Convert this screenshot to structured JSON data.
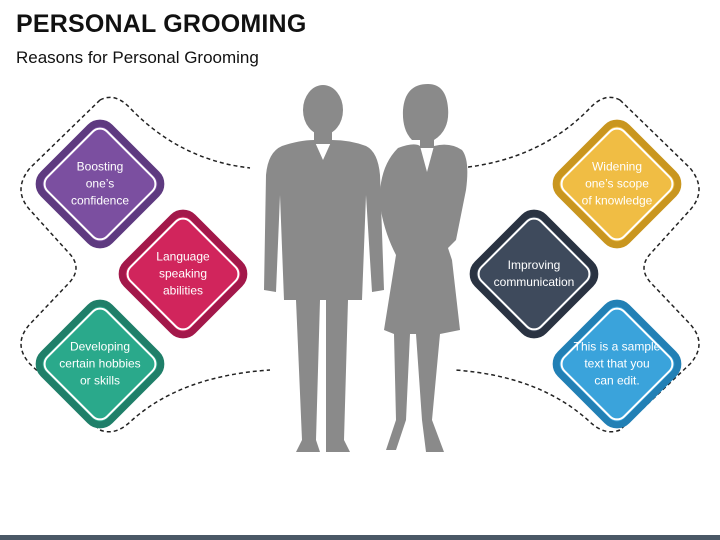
{
  "slide": {
    "title": "PERSONAL GROOMING",
    "subtitle": "Reasons for Personal Grooming"
  },
  "cards": [
    {
      "id": "boosting",
      "text": "Boosting\none’s\nconfidence",
      "color": "#7b4fa0",
      "border": "#5e3a80"
    },
    {
      "id": "language",
      "text": "Language\nspeaking\nabilities",
      "color": "#d1255c",
      "border": "#a3184a"
    },
    {
      "id": "hobbies",
      "text": "Developing\ncertain hobbies\nor skills",
      "color": "#2aa98b",
      "border": "#1f7f69"
    },
    {
      "id": "widening",
      "text": "Widening\none’s scope\nof knowledge",
      "color": "#f0bd44",
      "border": "#c9961f"
    },
    {
      "id": "communication",
      "text": "Improving\ncommunication",
      "color": "#3e4a5c",
      "border": "#2a3342"
    },
    {
      "id": "sample",
      "text": "This is a sample\ntext that you\ncan edit.",
      "color": "#3aa3db",
      "border": "#2280b5"
    }
  ],
  "colors": {
    "silhouette": "#8a8a8a",
    "dashed_line": "#222222",
    "bottom_bar": "#4a5866"
  }
}
